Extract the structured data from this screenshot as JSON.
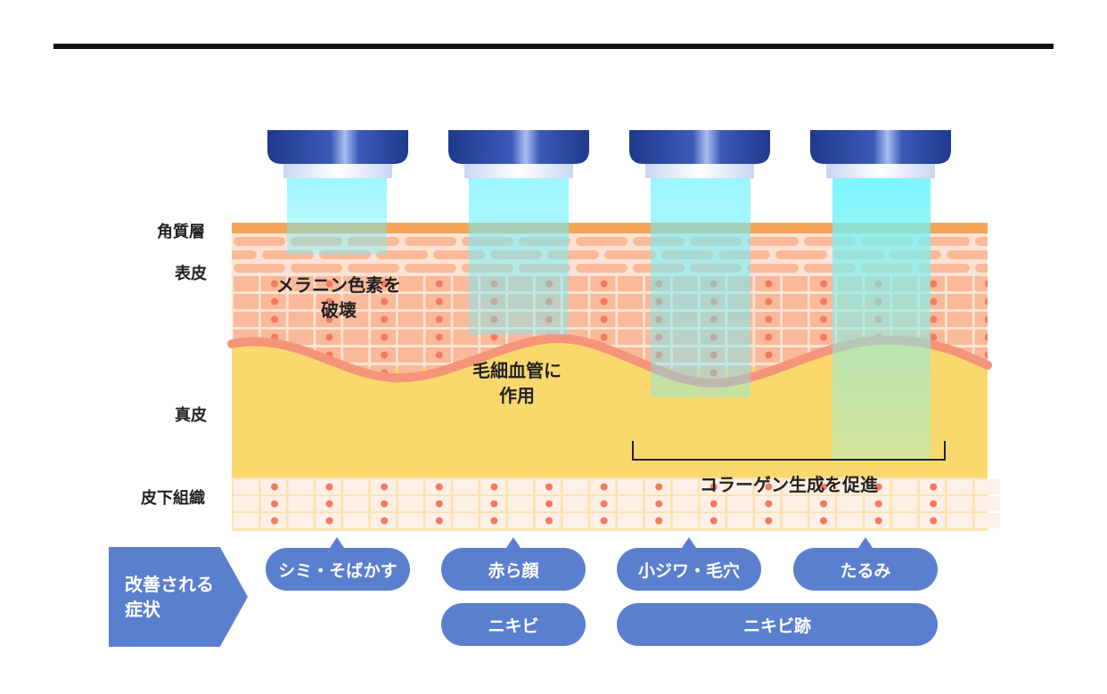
{
  "layers": {
    "stratum_corneum": "角質層",
    "epidermis": "表皮",
    "dermis": "真皮",
    "subcutaneous": "皮下組織"
  },
  "effects": {
    "melanin_line1": "メラニン色素を",
    "melanin_line2": "破壊",
    "capillary_line1": "毛細血管に",
    "capillary_line2": "作用",
    "collagen": "コラーゲン生成を促進"
  },
  "symptoms": {
    "heading_line1": "改善される",
    "heading_line2": "症状",
    "items": [
      "シミ・そばかす",
      "赤ら顔",
      "ニキビ",
      "小ジワ・毛穴",
      "たるみ",
      "ニキビ跡"
    ]
  },
  "colors": {
    "corneum": "#f5a55a",
    "epidermis_cell": "#f9b99a",
    "epidermis_gap": "#fde3d3",
    "cell_dot": "#f47a5f",
    "dermis": "#fbd86e",
    "capillary": "#f4957a",
    "subcutaneous_cell": "#fdf0e6",
    "light_beam": "#66f0ff",
    "device_dark": "#1e3a8a",
    "device_light": "#8fa7e0",
    "pill": "#5b7fcf"
  }
}
